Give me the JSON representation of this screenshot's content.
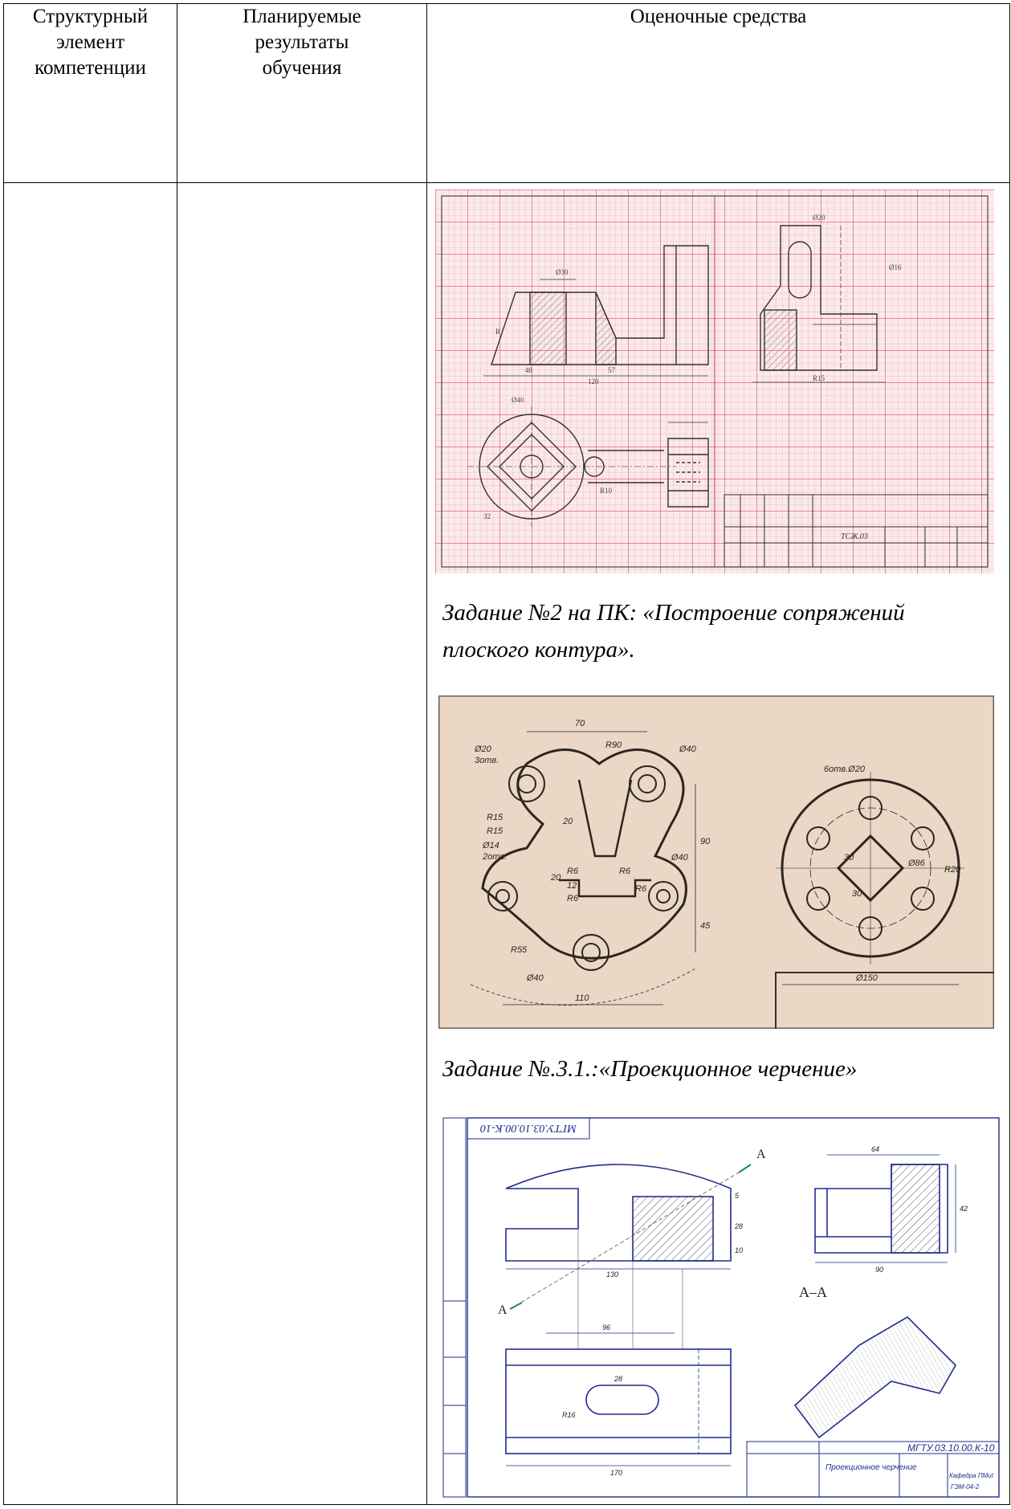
{
  "header": {
    "col1": "Структурный\nэлемент\nкомпетенции",
    "col2": "Планируемые\nрезультаты\nобучения",
    "col3": "Оценочные средства"
  },
  "content": {
    "task2": "Задание №2 на ПК: «Построение сопряжений плоского контура».",
    "task3": "Задание №.3.1.:«Проекционное черчение»"
  },
  "drawing1": {
    "dims": [
      "Ø30",
      "R",
      "48",
      "57",
      "120",
      "Ø20",
      "Ø16",
      "R15",
      "Ø40",
      "R10",
      "32"
    ],
    "title_block": "ТСЖ.03"
  },
  "drawing2": {
    "labels": [
      "70",
      "R90",
      "Ø20",
      "3отв.",
      "Ø40",
      "R15",
      "R15",
      "Ø14",
      "2отв.",
      "20",
      "90",
      "Ø40",
      "R6",
      "R6",
      "R6",
      "12",
      "20",
      "R6",
      "45",
      "R55",
      "Ø40",
      "110",
      "6отв.Ø20",
      "30",
      "30",
      "Ø86",
      "R20",
      "Ø150"
    ]
  },
  "drawing3": {
    "stamp": "МГТУ.03.10.00.К-10",
    "section_label": "А–А",
    "arrow_label": "А",
    "dims": [
      "64",
      "42",
      "90",
      "130",
      "96",
      "28",
      "170",
      "5",
      "28",
      "10",
      "R16"
    ],
    "title_doc": "МГТУ.03.10.00.К-10",
    "title_name": "Проекционное черчение",
    "title_dept": "Кафедра ПМиI",
    "title_group": "ГЭМ-04-2"
  }
}
